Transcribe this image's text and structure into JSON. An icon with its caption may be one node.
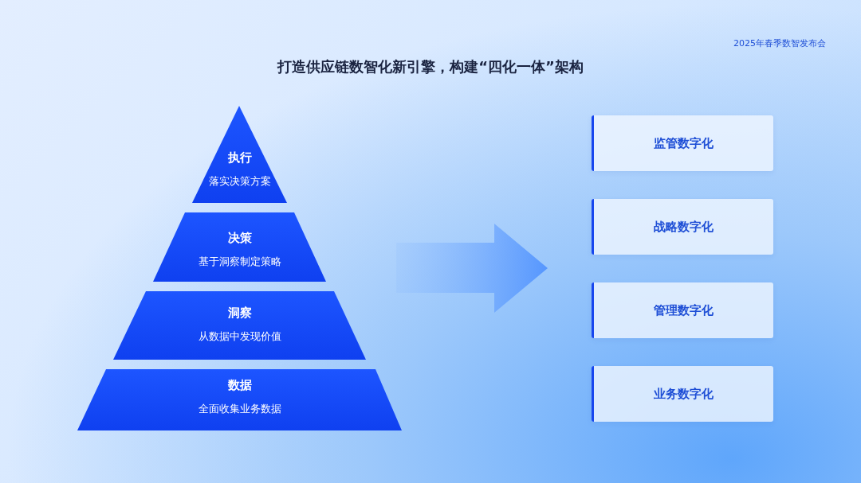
{
  "diagram": {
    "title": "打造供应链数智化新引擎，构建“四化一体”架构",
    "nodes": [
      {
        "text": [
          "执行",
          "落实决策方案"
        ]
      },
      {
        "text": [
          "决策",
          "基于洞察制定策略"
        ]
      },
      {
        "text": [
          "洞察",
          "从数据中发现价值"
        ]
      },
      {
        "text": [
          "数据",
          "全面收集业务数据"
        ]
      },
      {
        "text": [
          "监管数字化"
        ]
      },
      {
        "text": [
          "战略数字化"
        ]
      },
      {
        "text": [
          "管理数字化"
        ]
      },
      {
        "text": [
          "业务数字化"
        ]
      }
    ],
    "labels": [
      "2025年春季数智发布会"
    ]
  }
}
